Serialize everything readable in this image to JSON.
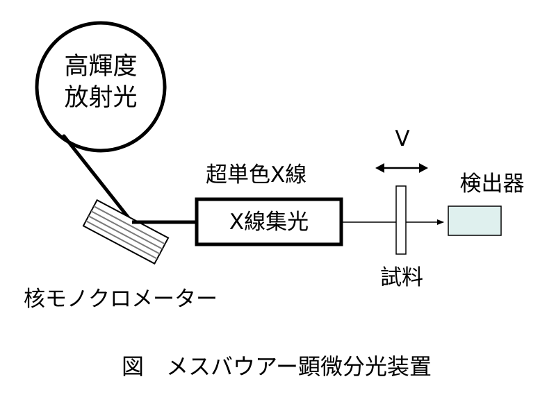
{
  "diagram": {
    "source": {
      "line1": "高輝度",
      "line2": "放射光"
    },
    "monochromator_label": "核モノクロメーター",
    "ultra_mono_label": "超単色X線",
    "focus_box_label": "X線集光",
    "velocity_label": "V",
    "sample_label": "試料",
    "detector_label": "検出器",
    "caption": "図　メスバウアー顕微分光装置",
    "colors": {
      "line": "#000000",
      "detector_fill": "#dff0ee",
      "crystal_stripe": "#8a8a8a",
      "sample_fill": "#ffffff"
    }
  }
}
